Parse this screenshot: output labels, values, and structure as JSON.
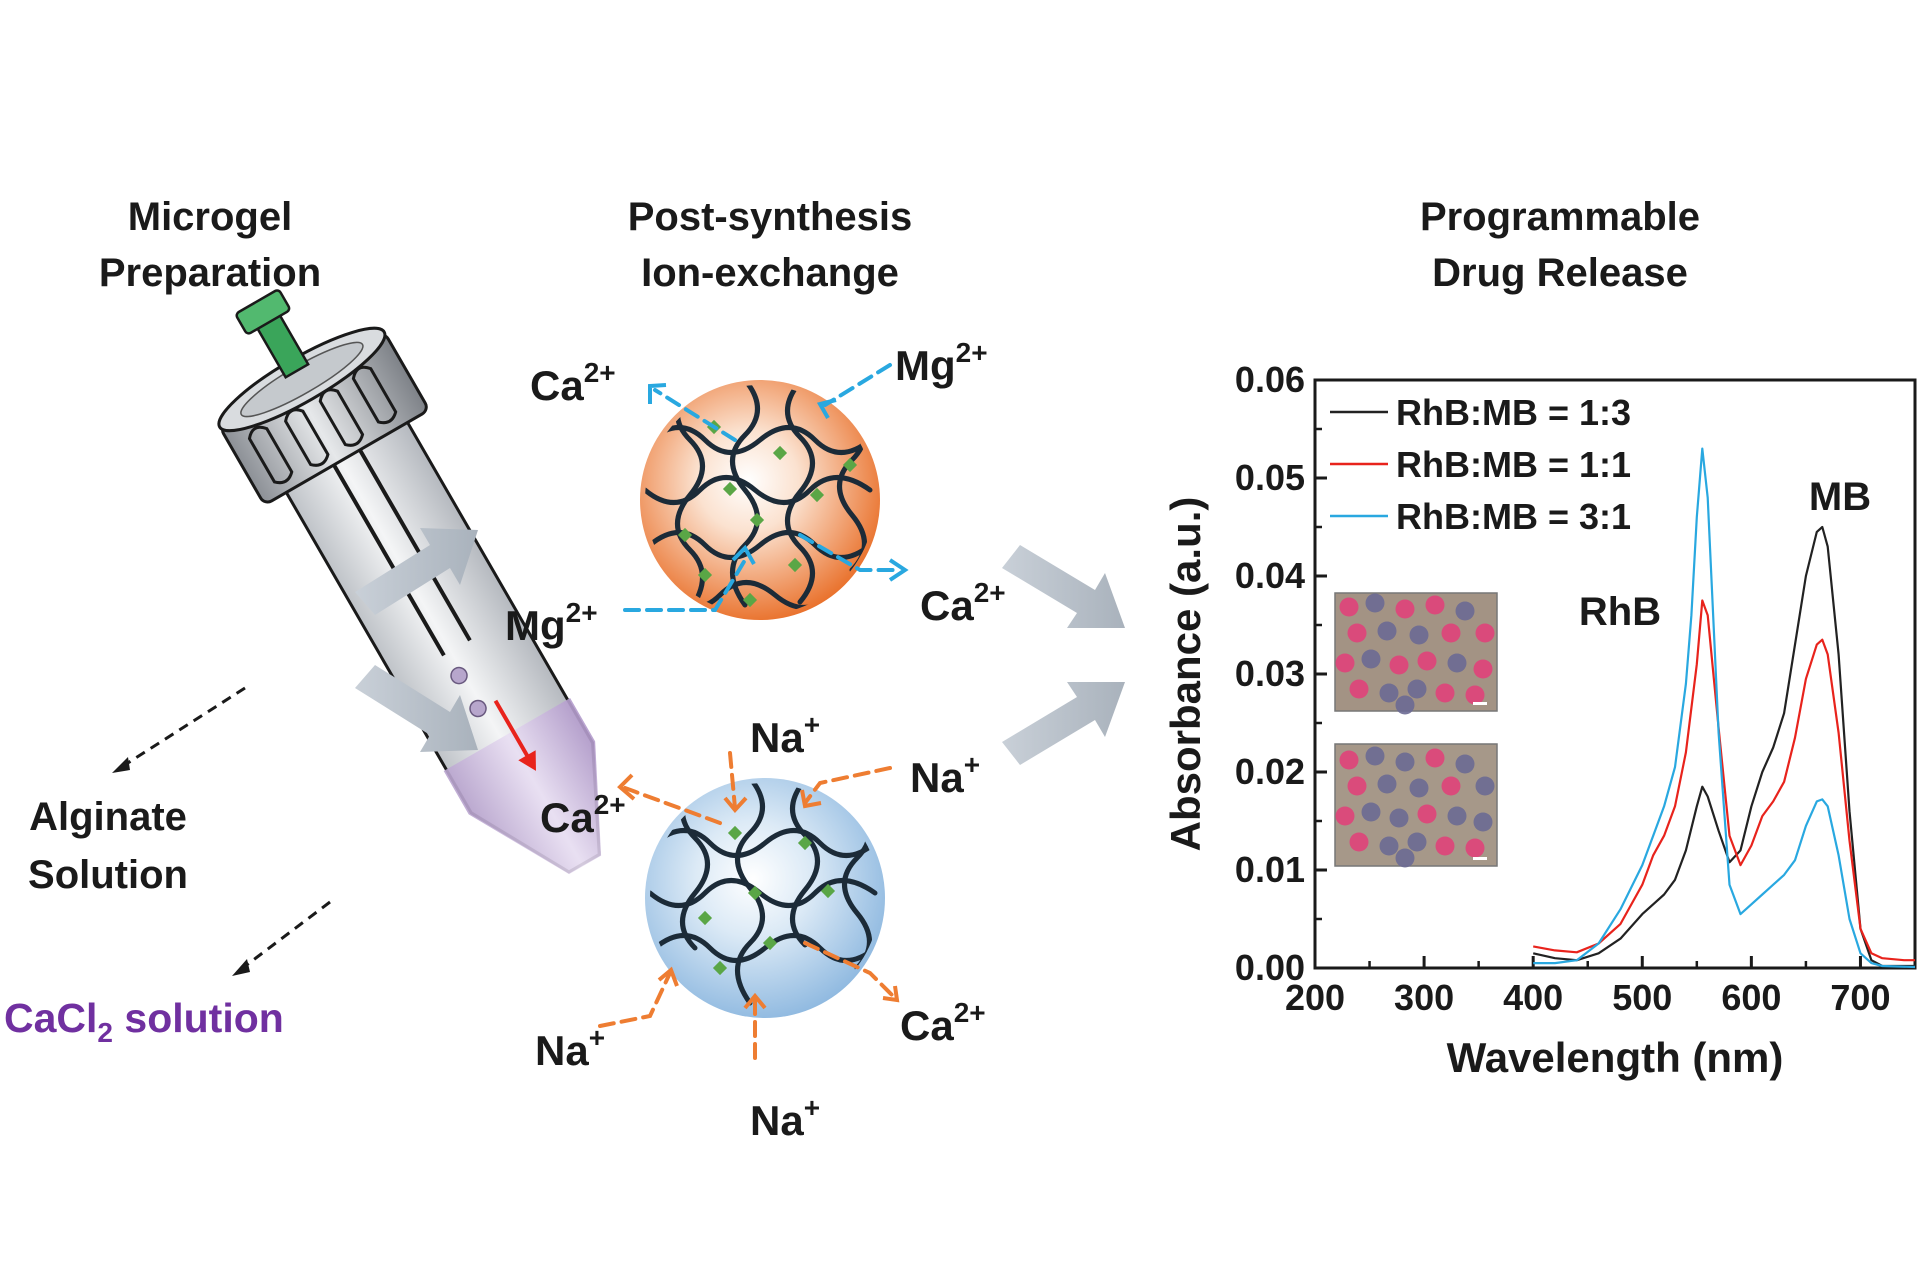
{
  "panels": {
    "preparation": {
      "title_line1": "Microgel",
      "title_line2": "Preparation"
    },
    "ion_exchange": {
      "title_line1": "Post-synthesis",
      "title_line2": "Ion-exchange"
    },
    "release": {
      "title_line1": "Programmable",
      "title_line2": "Drug Release"
    }
  },
  "tube_labels": {
    "alginate_line1": "Alginate",
    "alginate_line2": "Solution",
    "cacl2_prefix": "CaCl",
    "cacl2_subscript": "2",
    "cacl2_suffix": " solution"
  },
  "ions": {
    "ca": "Ca",
    "ca_charge": "2+",
    "mg": "Mg",
    "mg_charge": "2+",
    "na": "Na",
    "na_charge": "+"
  },
  "colors": {
    "mg_arrow": "#29a8e0",
    "na_arrow": "#ee7d32",
    "tube_arrow": "#e8231c",
    "cacl2_text": "#7030a0",
    "bead_orange": "#ee7d32",
    "bead_blue": "#9cc4e6",
    "crosslink": "#5aa646",
    "process_arrow": "#b4bcc6"
  },
  "chart_data": {
    "type": "line",
    "xlabel": "Wavelength (nm)",
    "ylabel": "Absorbance (a.u.)",
    "xlim": [
      200,
      750
    ],
    "ylim": [
      0,
      0.06
    ],
    "xticks": [
      "200",
      "300",
      "400",
      "500",
      "600",
      "700"
    ],
    "yticks": [
      "0.00",
      "0.01",
      "0.02",
      "0.03",
      "0.04",
      "0.05",
      "0.06"
    ],
    "legend_position": "top-left",
    "annotations": [
      "RhB",
      "MB"
    ],
    "series": [
      {
        "name": "RhB:MB = 1:3",
        "color": "#222222",
        "x": [
          400,
          420,
          440,
          460,
          480,
          500,
          510,
          520,
          530,
          540,
          550,
          555,
          560,
          570,
          580,
          590,
          600,
          610,
          620,
          630,
          640,
          650,
          660,
          665,
          670,
          680,
          690,
          700,
          710,
          720,
          740,
          750
        ],
        "y": [
          0.0015,
          0.001,
          0.0008,
          0.0015,
          0.003,
          0.0055,
          0.0065,
          0.0075,
          0.009,
          0.012,
          0.0165,
          0.0185,
          0.0175,
          0.014,
          0.0108,
          0.012,
          0.0165,
          0.02,
          0.0225,
          0.026,
          0.033,
          0.04,
          0.0445,
          0.045,
          0.043,
          0.032,
          0.016,
          0.004,
          0.0008,
          0.0002,
          0.0002,
          0.0002
        ]
      },
      {
        "name": "RhB:MB = 1:1",
        "color": "#e8231c",
        "x": [
          400,
          420,
          440,
          460,
          480,
          500,
          510,
          520,
          530,
          540,
          550,
          555,
          560,
          570,
          580,
          590,
          600,
          610,
          620,
          630,
          640,
          650,
          660,
          665,
          670,
          680,
          690,
          700,
          710,
          720,
          740,
          750
        ],
        "y": [
          0.0022,
          0.0018,
          0.0016,
          0.0025,
          0.0045,
          0.0085,
          0.0115,
          0.0135,
          0.0165,
          0.022,
          0.031,
          0.0375,
          0.036,
          0.0245,
          0.0135,
          0.0105,
          0.0125,
          0.0155,
          0.017,
          0.019,
          0.0235,
          0.0295,
          0.033,
          0.0335,
          0.032,
          0.024,
          0.013,
          0.004,
          0.0015,
          0.001,
          0.0008,
          0.0008
        ]
      },
      {
        "name": "RhB:MB = 3:1",
        "color": "#29a8e0",
        "x": [
          400,
          420,
          440,
          460,
          480,
          500,
          510,
          520,
          530,
          540,
          545,
          550,
          555,
          560,
          570,
          580,
          590,
          600,
          610,
          620,
          630,
          640,
          650,
          660,
          665,
          670,
          680,
          690,
          700,
          710,
          720,
          750
        ],
        "y": [
          0.0005,
          0.0005,
          0.0008,
          0.0025,
          0.006,
          0.0105,
          0.0135,
          0.0165,
          0.0205,
          0.029,
          0.036,
          0.046,
          0.053,
          0.048,
          0.024,
          0.0085,
          0.0055,
          0.0065,
          0.0075,
          0.0085,
          0.0095,
          0.011,
          0.0145,
          0.017,
          0.0172,
          0.0165,
          0.0115,
          0.005,
          0.0015,
          0.0005,
          0.0002,
          0.0001
        ]
      }
    ]
  }
}
